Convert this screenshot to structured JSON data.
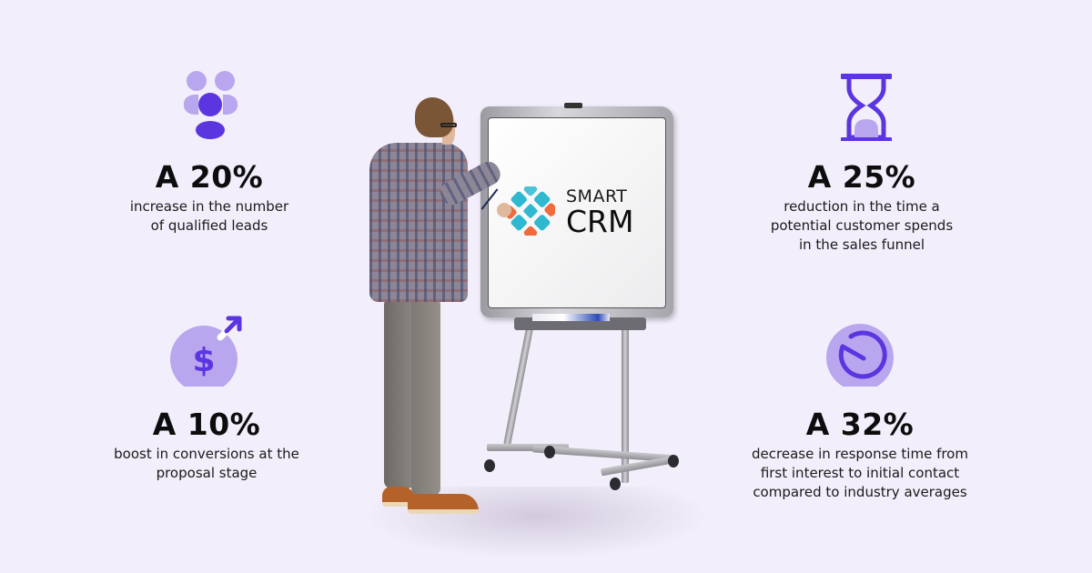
{
  "colors": {
    "background": "#f3eefb",
    "icon_primary": "#5b35e0",
    "icon_light": "#b8a7ef",
    "text": "#111111",
    "logo_teal": "#2fb8cf",
    "logo_orange": "#ef6a3c"
  },
  "stats": [
    {
      "icon": "group-users-icon",
      "headline": "A 20%",
      "description_lines": [
        "increase in the number",
        "of qualified leads"
      ]
    },
    {
      "icon": "hourglass-icon",
      "headline": "A 25%",
      "description_lines": [
        "reduction in the time a",
        "potential customer spends",
        "in the sales funnel"
      ]
    },
    {
      "icon": "dollar-growth-icon",
      "headline": "A 10%",
      "description_lines": [
        "boost in conversions at the",
        "proposal stage"
      ]
    },
    {
      "icon": "timer-icon",
      "headline": "A 32%",
      "description_lines": [
        "decrease in response time from",
        "first interest to initial contact",
        "compared to industry averages"
      ]
    }
  ],
  "whiteboard": {
    "logo_line1": "SMART",
    "logo_line2": "CRM"
  }
}
